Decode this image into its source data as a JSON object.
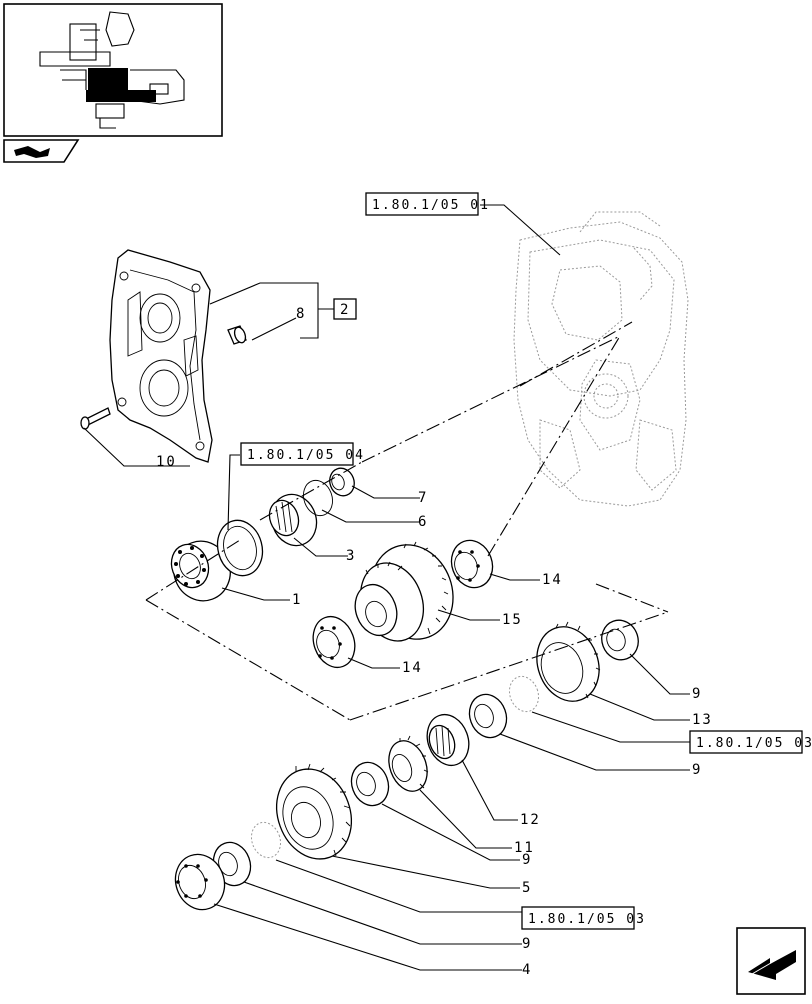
{
  "callouts": {
    "c1": "1",
    "c2": "2",
    "c3": "3",
    "c4": "4",
    "c5": "5",
    "c6": "6",
    "c7": "7",
    "c8": "8",
    "c9a": "9",
    "c9b": "9",
    "c9c": "9",
    "c9d": "9",
    "c10": "10",
    "c11": "11",
    "c12": "12",
    "c13": "13",
    "c14a": "14",
    "c14b": "14",
    "c15": "15"
  },
  "references": {
    "housing": "1.80.1/05 01",
    "shim_pack": "1.80.1/05 04",
    "ring_upper": "1.80.1/05 03",
    "ring_lower": "1.80.1/05 03"
  }
}
